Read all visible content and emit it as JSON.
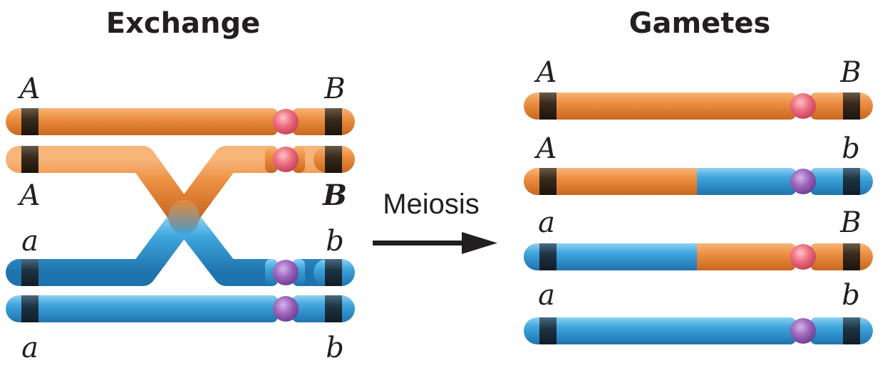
{
  "titles": {
    "left": "Exchange",
    "right": "Gametes"
  },
  "process_label": "Meiosis",
  "exchange": {
    "strand1": {
      "left_allele": "A",
      "right_allele": "B"
    },
    "strand2": {
      "left_allele": "A",
      "right_allele": "B"
    },
    "strand3": {
      "left_allele": "a",
      "right_allele": "b"
    },
    "strand4": {
      "left_allele": "a",
      "right_allele": "b"
    }
  },
  "gametes": [
    {
      "left_allele": "A",
      "right_allele": "B"
    },
    {
      "left_allele": "A",
      "right_allele": "b"
    },
    {
      "left_allele": "a",
      "right_allele": "B"
    },
    {
      "left_allele": "a",
      "right_allele": "b"
    }
  ],
  "colors": {
    "orange": "#e98a3b",
    "blue": "#3a9fd8",
    "band": "#3a2a1c",
    "centromere_red": "#e8687a",
    "centromere_purple": "#9a64b8",
    "text": "#231f20"
  }
}
